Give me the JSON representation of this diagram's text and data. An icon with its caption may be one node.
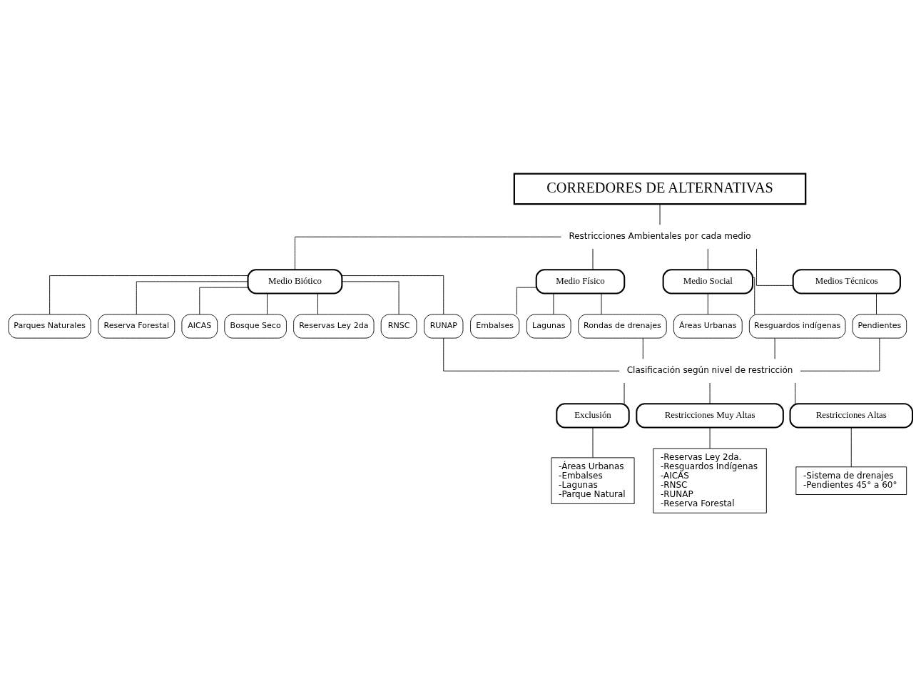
{
  "diagram": {
    "nodes": [
      {
        "text": [
          "CORREDORES DE ALTERNATIVAS"
        ]
      },
      {
        "text": [
          "Restricciones Ambientales por cada medio"
        ]
      },
      {
        "text": [
          "Medio Biótico"
        ]
      },
      {
        "text": [
          "Medio Físico"
        ]
      },
      {
        "text": [
          "Medio Social"
        ]
      },
      {
        "text": [
          "Medios Técnicos"
        ]
      },
      {
        "text": [
          "Parques Naturales"
        ]
      },
      {
        "text": [
          "Reserva Forestal"
        ]
      },
      {
        "text": [
          "AICAS"
        ]
      },
      {
        "text": [
          "Bosque Seco"
        ]
      },
      {
        "text": [
          "Reservas Ley 2da"
        ]
      },
      {
        "text": [
          "RNSC"
        ]
      },
      {
        "text": [
          "RUNAP"
        ]
      },
      {
        "text": [
          "Embalses"
        ]
      },
      {
        "text": [
          "Lagunas"
        ]
      },
      {
        "text": [
          "Rondas de drenajes"
        ]
      },
      {
        "text": [
          "Áreas Urbanas"
        ]
      },
      {
        "text": [
          "Resguardos indígenas"
        ]
      },
      {
        "text": [
          "Pendientes"
        ]
      },
      {
        "text": [
          "Clasificación según nivel de restricción"
        ]
      },
      {
        "text": [
          "Exclusión"
        ]
      },
      {
        "text": [
          "Restricciones Muy Altas"
        ]
      },
      {
        "text": [
          "Restricciones Altas"
        ]
      },
      {
        "text": [
          "-Áreas Urbanas",
          "-Embalses",
          "-Lagunas",
          "-Parque Natural"
        ]
      },
      {
        "text": [
          "-Reservas Ley 2da.",
          "-Resguardos Indígenas",
          "-AICAS",
          "-RNSC",
          "-RUNAP",
          "-Reserva Forestal"
        ]
      },
      {
        "text": [
          "-Sistema de drenajes",
          "-Pendientes 45° a 60°"
        ]
      }
    ],
    "edges": [
      {
        "from": 0,
        "to": 1,
        "arrow": "none"
      },
      {
        "from": 1,
        "to": 2,
        "arrow": "none"
      },
      {
        "from": 1,
        "to": 3,
        "arrow": "none"
      },
      {
        "from": 1,
        "to": 4,
        "arrow": "none"
      },
      {
        "from": 1,
        "to": 5,
        "arrow": "none"
      },
      {
        "from": 2,
        "to": 6,
        "arrow": "none"
      },
      {
        "from": 2,
        "to": 7,
        "arrow": "none"
      },
      {
        "from": 2,
        "to": 8,
        "arrow": "none"
      },
      {
        "from": 2,
        "to": 9,
        "arrow": "none"
      },
      {
        "from": 2,
        "to": 10,
        "arrow": "none"
      },
      {
        "from": 2,
        "to": 11,
        "arrow": "none"
      },
      {
        "from": 2,
        "to": 12,
        "arrow": "none"
      },
      {
        "from": 3,
        "to": 13,
        "arrow": "none"
      },
      {
        "from": 3,
        "to": 14,
        "arrow": "none"
      },
      {
        "from": 3,
        "to": 15,
        "arrow": "none"
      },
      {
        "from": 4,
        "to": 16,
        "arrow": "none"
      },
      {
        "from": 4,
        "to": 17,
        "arrow": "none"
      },
      {
        "from": 5,
        "to": 18,
        "arrow": "none"
      },
      {
        "from": 12,
        "to": 19,
        "arrow": "none"
      },
      {
        "from": 15,
        "to": 19,
        "arrow": "none"
      },
      {
        "from": 17,
        "to": 19,
        "arrow": "none"
      },
      {
        "from": 18,
        "to": 19,
        "arrow": "none"
      },
      {
        "from": 19,
        "to": 20,
        "arrow": "none"
      },
      {
        "from": 19,
        "to": 21,
        "arrow": "none"
      },
      {
        "from": 19,
        "to": 22,
        "arrow": "none"
      },
      {
        "from": 20,
        "to": 23,
        "arrow": "none"
      },
      {
        "from": 21,
        "to": 24,
        "arrow": "none"
      },
      {
        "from": 22,
        "to": 25,
        "arrow": "none"
      }
    ]
  }
}
